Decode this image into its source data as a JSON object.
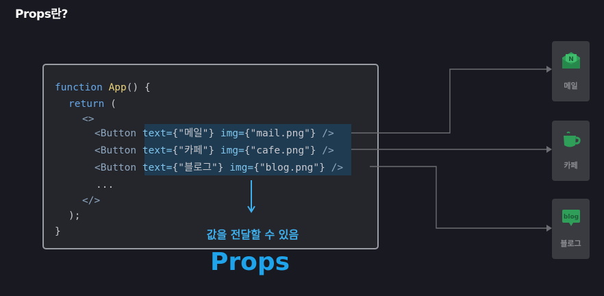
{
  "page": {
    "title": "Props란?"
  },
  "code": {
    "l1": {
      "kw": "function",
      "fn": "App",
      "rest": "() {"
    },
    "l2": {
      "kw": "return",
      "rest": " ("
    },
    "l3": "<>",
    "rows": [
      {
        "open": "<Button",
        "text_attr": "text=",
        "text_val": "{\"메일\"}",
        "img_attr": "img=",
        "img_val": "{\"mail.png\"}",
        "close": "/>"
      },
      {
        "open": "<Button",
        "text_attr": "text=",
        "text_val": "{\"카페\"}",
        "img_attr": "img=",
        "img_val": "{\"cafe.png\"}",
        "close": "/>"
      },
      {
        "open": "<Button",
        "text_attr": "text=",
        "text_val": "{\"블로그\"}",
        "img_attr": "img=",
        "img_val": "{\"blog.png\"}",
        "close": "/>"
      }
    ],
    "ellipsis": "...",
    "fragment_close": "</>",
    "paren_close": ");",
    "brace_close": "}"
  },
  "caption": "값을 전달할 수 있음",
  "props_label": "Props",
  "apps": [
    {
      "label": "메일",
      "icon": "mail-icon",
      "color": "#2e9e58"
    },
    {
      "label": "카페",
      "icon": "cafe-icon",
      "color": "#2e9e58"
    },
    {
      "label": "블로그",
      "icon": "blog-icon",
      "color": "#2e9e58",
      "icon_text": "blog"
    }
  ],
  "colors": {
    "background": "#191a21",
    "accent": "#1fa3ea",
    "highlight": "#1f3b52",
    "icon_green": "#2e9e58"
  }
}
